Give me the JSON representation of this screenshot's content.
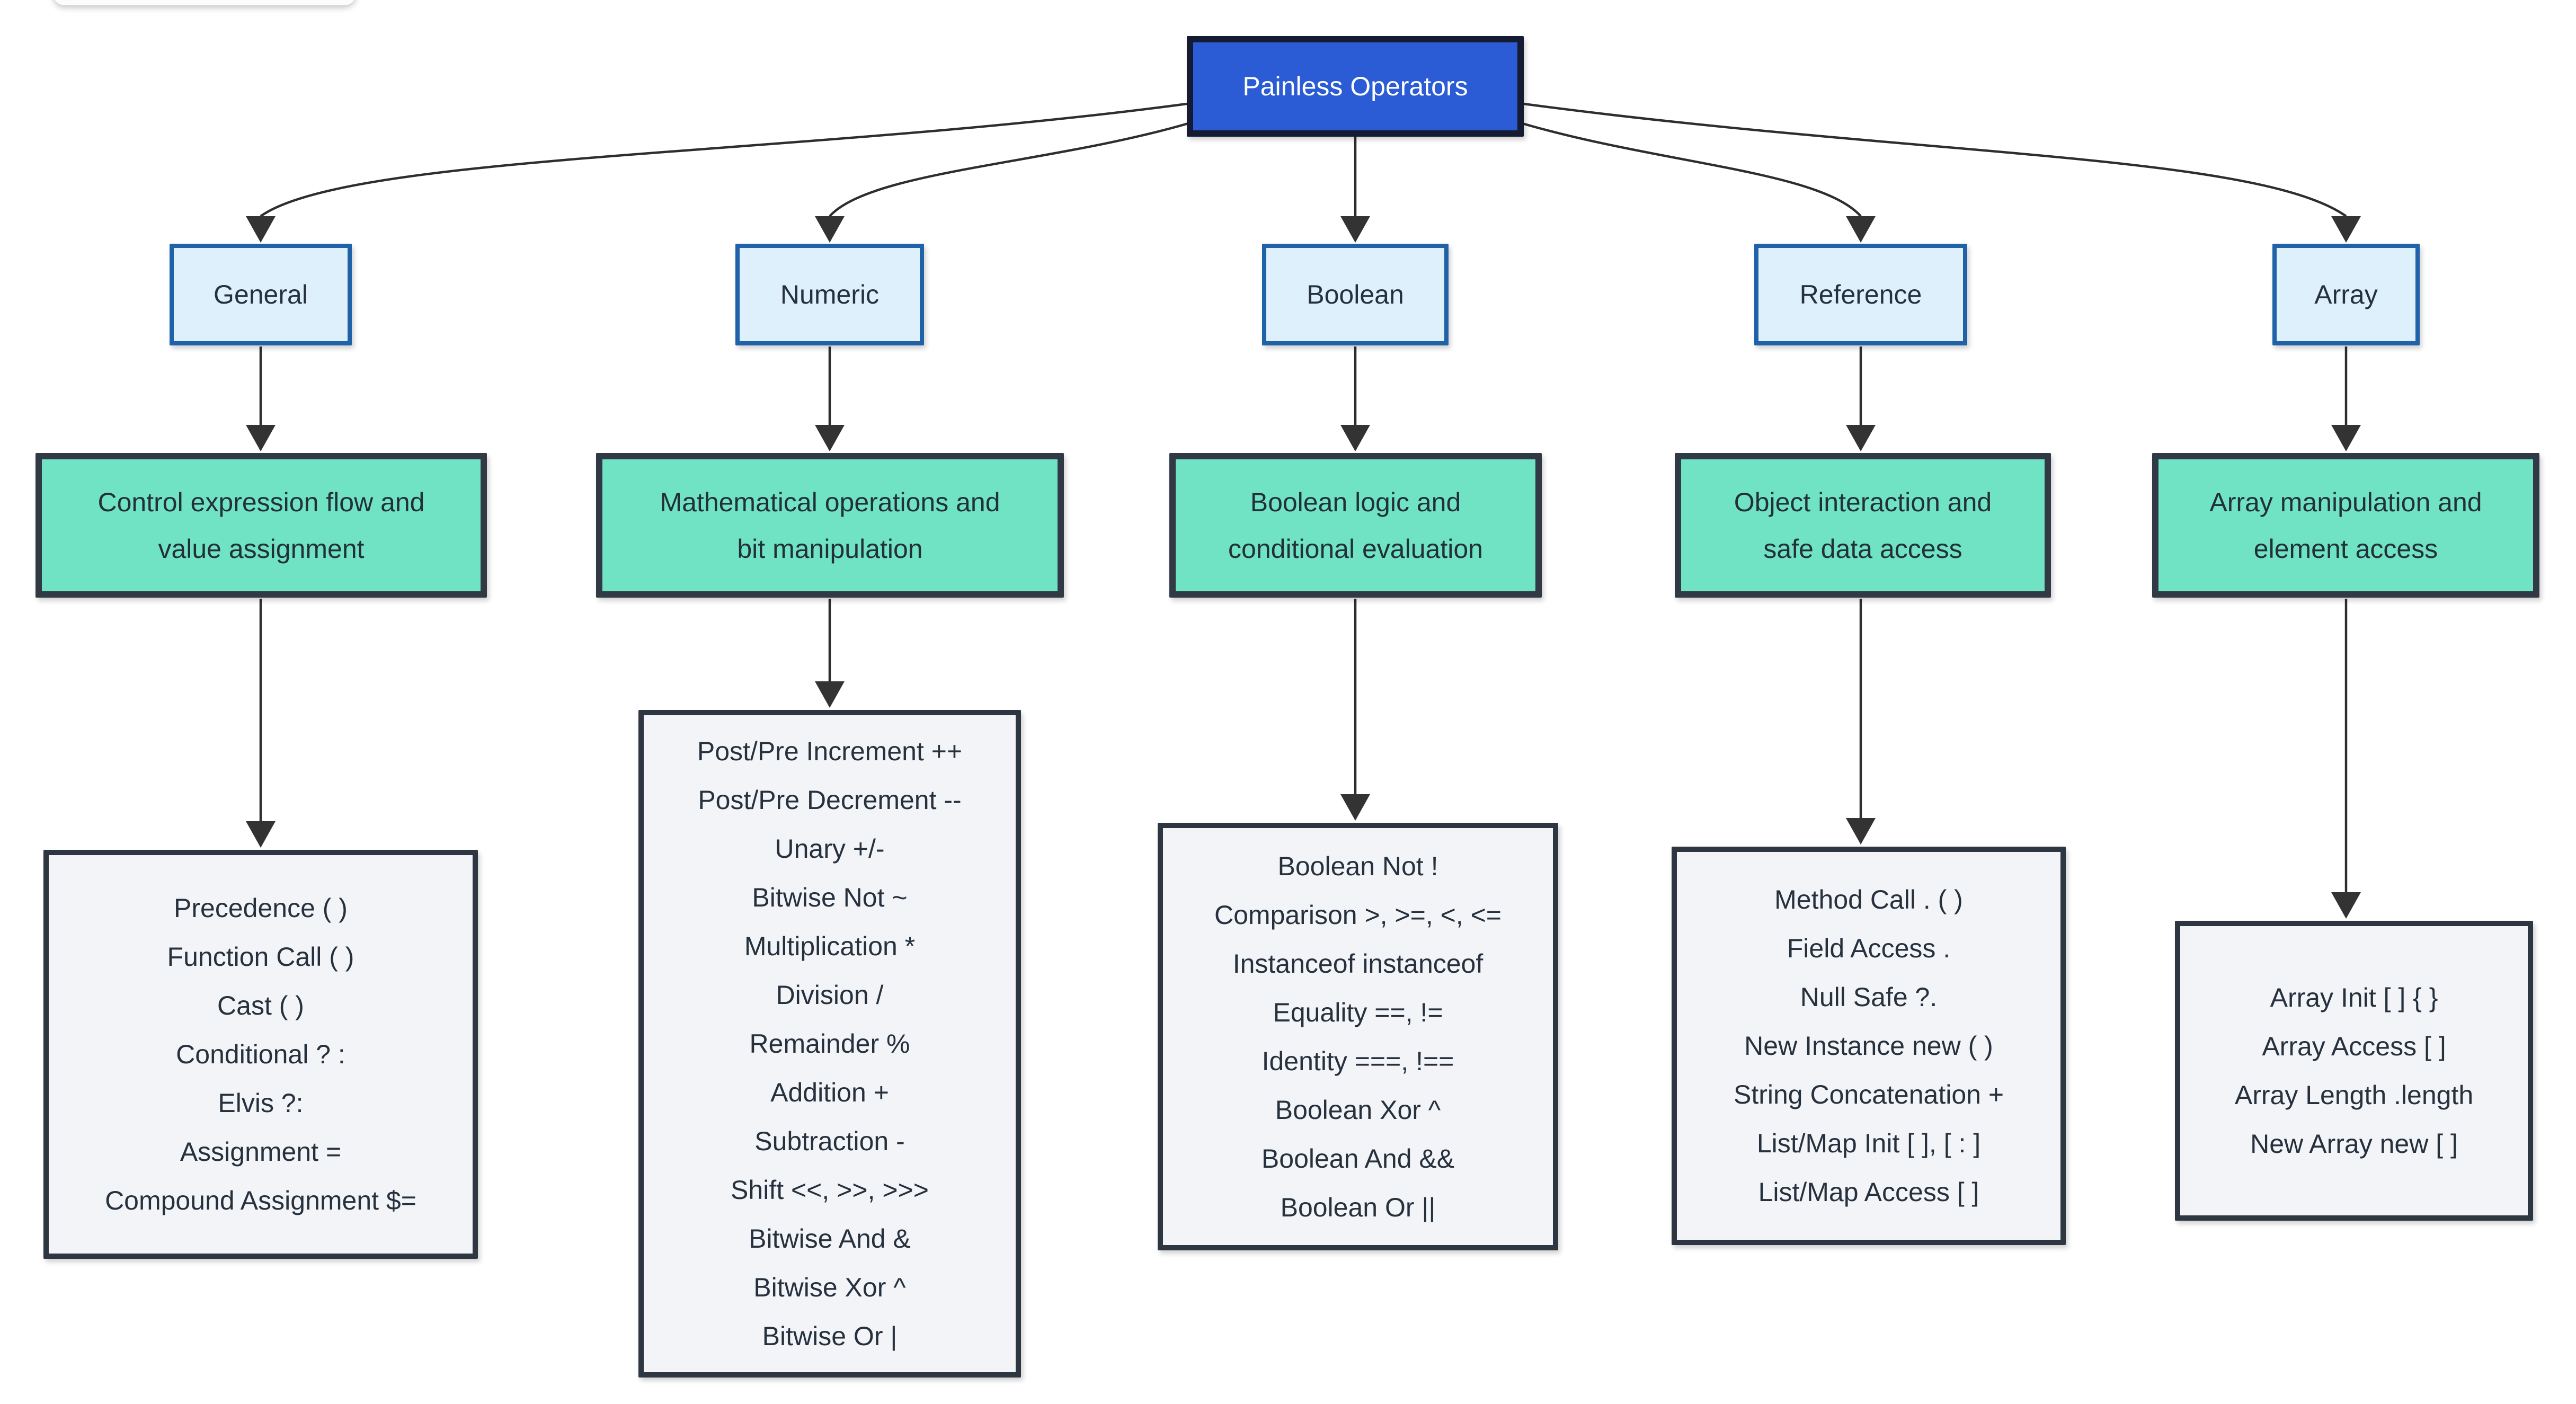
{
  "diagram_title": "Painless Operators",
  "root": {
    "label": "Painless Operators"
  },
  "columns": [
    {
      "id": "general",
      "category": "General",
      "summary": "Control expression flow and value assignment",
      "summary_lines": [
        "Control expression flow and",
        "value assignment"
      ],
      "operators": [
        "Precedence ( )",
        "Function Call ( )",
        "Cast ( )",
        "Conditional ? :",
        "Elvis ?:",
        "Assignment =",
        "Compound Assignment $="
      ]
    },
    {
      "id": "numeric",
      "category": "Numeric",
      "summary": "Mathematical operations and bit manipulation",
      "summary_lines": [
        "Mathematical operations and",
        "bit manipulation"
      ],
      "operators": [
        "Post/Pre Increment ++",
        "Post/Pre Decrement --",
        "Unary +/-",
        "Bitwise Not ~",
        "Multiplication *",
        "Division /",
        "Remainder %",
        "Addition +",
        "Subtraction -",
        "Shift <<, >>, >>>",
        "Bitwise And &",
        "Bitwise Xor ^",
        "Bitwise Or |"
      ]
    },
    {
      "id": "boolean",
      "category": "Boolean",
      "summary": "Boolean logic and conditional evaluation",
      "summary_lines": [
        "Boolean logic and",
        "conditional evaluation"
      ],
      "operators": [
        "Boolean Not !",
        "Comparison >, >=, <, <=",
        "Instanceof instanceof",
        "Equality ==, !=",
        "Identity ===, !==",
        "Boolean Xor ^",
        "Boolean And &&",
        "Boolean Or ||"
      ]
    },
    {
      "id": "reference",
      "category": "Reference",
      "summary": "Object interaction and safe data access",
      "summary_lines": [
        "Object interaction and",
        "safe data access"
      ],
      "operators": [
        "Method Call . ( )",
        "Field Access .",
        "Null Safe ?.",
        "New Instance new ( )",
        "String Concatenation +",
        "List/Map Init [ ], [ : ]",
        "List/Map Access [ ]"
      ]
    },
    {
      "id": "array",
      "category": "Array",
      "summary": "Array manipulation and element access",
      "summary_lines": [
        "Array manipulation and",
        "element access"
      ],
      "operators": [
        "Array Init [ ] { }",
        "Array Access [ ]",
        "Array Length .length",
        "New Array new [ ]"
      ]
    }
  ],
  "colors": {
    "root_fill": "#2b5bd5",
    "root_border": "#151b33",
    "root_text": "#ffffff",
    "category_fill": "#def0fb",
    "category_border": "#2062a8",
    "summary_fill": "#6fe3c4",
    "dark_border": "#2e3741",
    "detail_fill": "#f2f4f8",
    "text_dark": "#26313d",
    "connector": "#2e2e2e",
    "background": "#ffffff"
  }
}
